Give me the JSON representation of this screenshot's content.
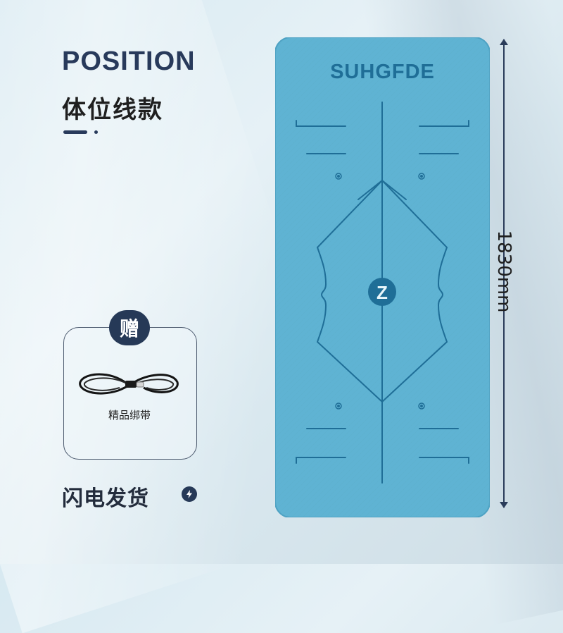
{
  "heading": {
    "title_en": "POSITION",
    "title_cn": "体位线款"
  },
  "gift": {
    "badge": "赠",
    "item_label": "精品绑带"
  },
  "shipping": {
    "label": "闪电发货",
    "icon": "lightning-icon"
  },
  "mat": {
    "brand": "SUHGFDE",
    "center_logo": "Z",
    "color": "#5fb3d3",
    "line_color": "#1f6e97"
  },
  "dimension": {
    "length": "1830mm"
  }
}
